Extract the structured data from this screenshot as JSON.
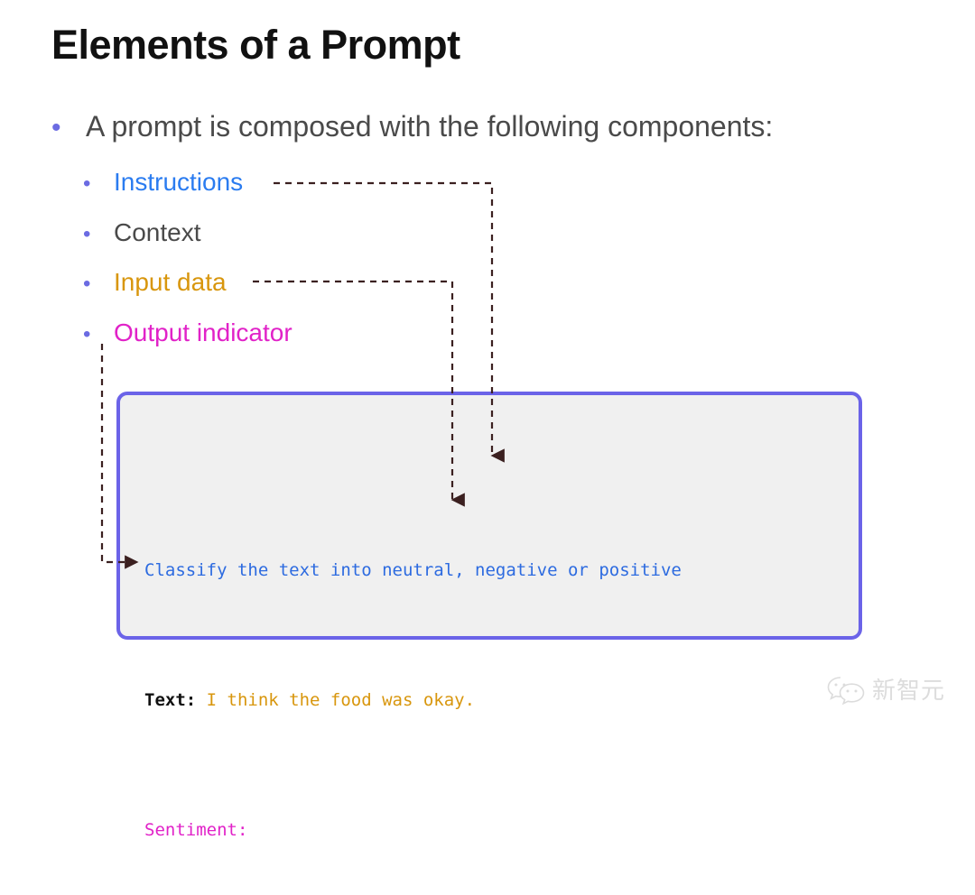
{
  "slide": {
    "title": "Elements of a Prompt",
    "background_color": "#ffffff"
  },
  "bullets": {
    "level1": {
      "marker": "•",
      "text": "A prompt is composed with the following components:",
      "color": "#4a4a4a"
    },
    "level2": [
      {
        "marker": "•",
        "label": "Instructions",
        "color": "#2b7cf0"
      },
      {
        "marker": "•",
        "label": "Context",
        "color": "#4a4a4a"
      },
      {
        "marker": "•",
        "label": "Input data",
        "color": "#d8960d"
      },
      {
        "marker": "•",
        "label": "Output indicator",
        "color": "#e122c8"
      }
    ],
    "marker_color": "#6b6be2"
  },
  "code_box": {
    "background_color": "#f0f0f0",
    "border_color": "#6b63e8",
    "lines": {
      "instruction": "Classify the text into neutral, negative or positive",
      "text_label": "Text:",
      "text_value": " I think the food was okay.",
      "output_indicator": "Sentiment:"
    },
    "colors": {
      "instruction": "#2d6be0",
      "text_label": "#111111",
      "text_value": "#d8960d",
      "output_indicator": "#e122c8"
    }
  },
  "connectors": {
    "color": "#3b2020",
    "items": [
      {
        "from": "Instructions",
        "to": "instruction-line"
      },
      {
        "from": "Input data",
        "to": "text-value-line"
      },
      {
        "from": "Output indicator",
        "to": "sentiment-line"
      }
    ]
  },
  "watermark": {
    "icon": "wechat-icon",
    "text": "新智元",
    "color": "#9a9a9a"
  }
}
